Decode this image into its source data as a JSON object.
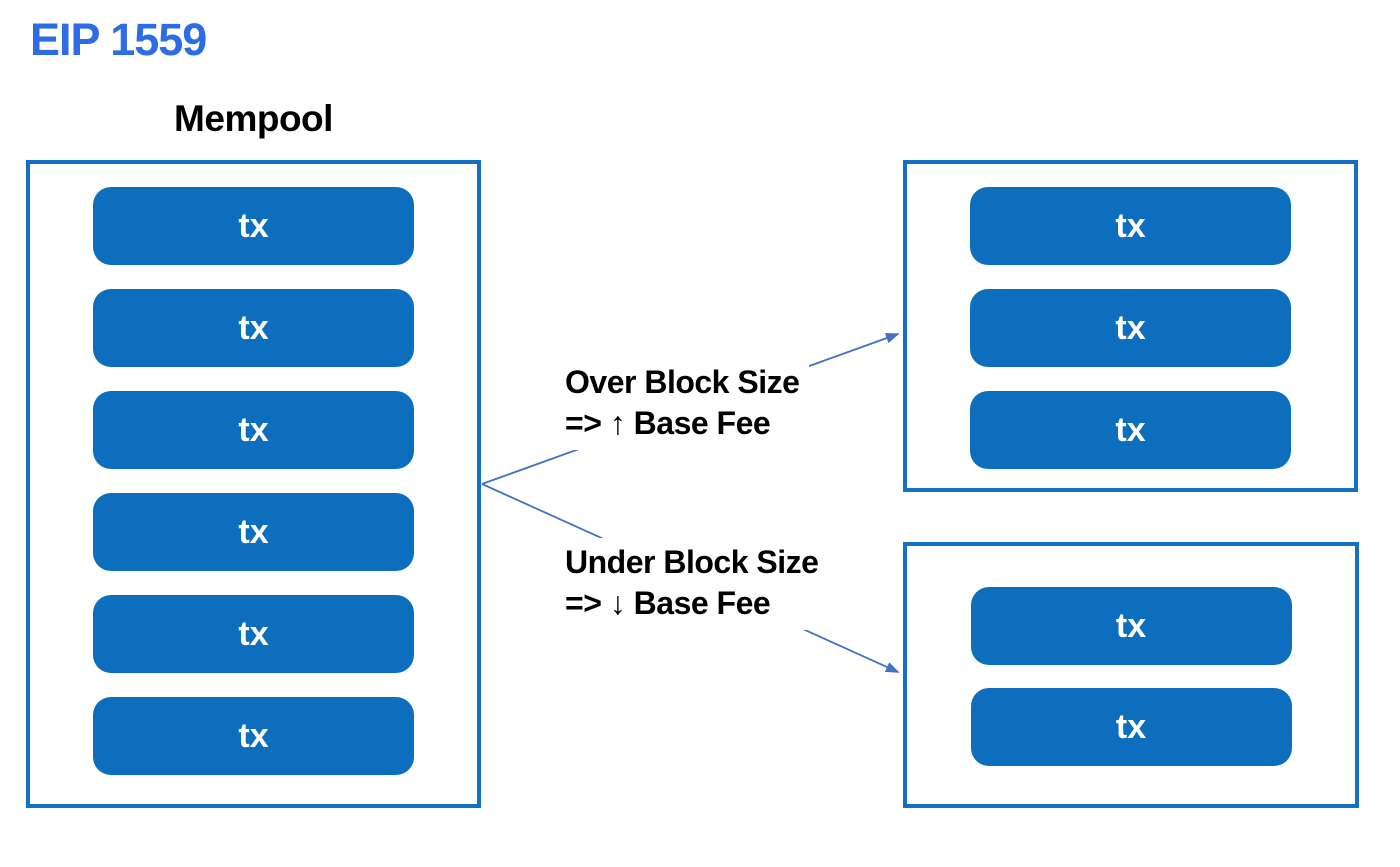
{
  "page_title": "EIP 1559",
  "tx_label": "tx",
  "mempool": {
    "title": "Mempool",
    "tx_count": 6
  },
  "over_path": {
    "label_line1": "Over Block Size",
    "label_line2": "=> ↑ Base Fee",
    "block_tx_count": 3
  },
  "under_path": {
    "label_line1": "Under Block Size",
    "label_line2": "=> ↓ Base Fee",
    "block_tx_count": 2
  },
  "colors": {
    "title_blue": "#2d6ce4",
    "shape_fill_blue": "#0d6ebd",
    "box_border_blue": "#1470c4",
    "arrow_blue": "#4472c4",
    "label_text": "#000000",
    "tx_text": "#ffffff",
    "background": "#ffffff"
  }
}
